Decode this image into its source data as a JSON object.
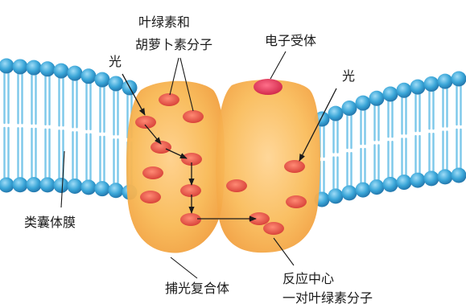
{
  "labels": {
    "pigments_line1": "叶绿素和",
    "pigments_line2": "胡萝卜素分子",
    "light_left": "光",
    "electron_acceptor": "电子受体",
    "light_right": "光",
    "thylakoid_membrane": "类囊体膜",
    "light_harvesting_complex": "捕光复合体",
    "reaction_center_line1": "反应中心",
    "reaction_center_line2": "一对叶绿素分子"
  },
  "colors": {
    "membrane_head": "#3aa6d8",
    "membrane_tail": "#7cc8ea",
    "complex_body": "#f6b04f",
    "pigment_dot": "#e2574a",
    "acceptor": "#e23a5a",
    "arrow": "#1a1a1a"
  }
}
